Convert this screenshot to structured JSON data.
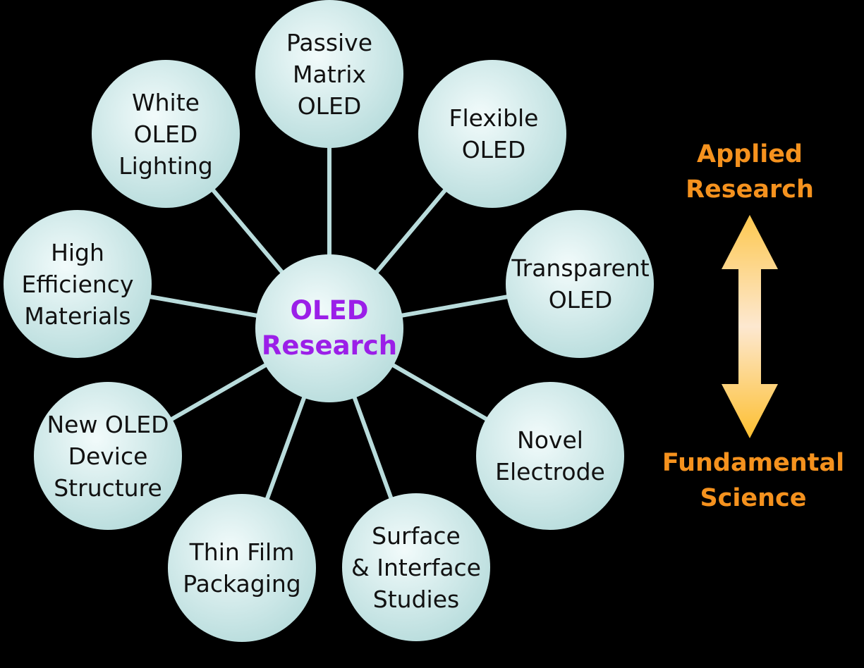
{
  "diagram": {
    "center": {
      "label": "OLED\nResearch",
      "text_color": "#9b1fe8"
    },
    "nodes": [
      {
        "id": "passive-matrix-oled",
        "label": "Passive\nMatrix\nOLED"
      },
      {
        "id": "flexible-oled",
        "label": "Flexible\nOLED"
      },
      {
        "id": "transparent-oled",
        "label": "Transparent\nOLED"
      },
      {
        "id": "novel-electrode",
        "label": "Novel\nElectrode"
      },
      {
        "id": "surface-interface-studies",
        "label": "Surface\n& Interface\nStudies"
      },
      {
        "id": "thin-film-packaging",
        "label": "Thin Film\nPackaging"
      },
      {
        "id": "new-oled-device-structure",
        "label": "New OLED\nDevice\nStructure"
      },
      {
        "id": "high-efficiency-materials",
        "label": "High\nEfficiency\nMaterials"
      },
      {
        "id": "white-oled-lighting",
        "label": "White\nOLED\nLighting"
      }
    ],
    "colors": {
      "background": "#000000",
      "bubble_light": "#f2fbfb",
      "bubble_dark": "#b9dddd",
      "connector": "#b9dcdc",
      "node_text": "#111111"
    }
  },
  "scale": {
    "top_label": "Applied\nResearch",
    "bottom_label": "Fundamental\nScience",
    "text_color": "#f5921e",
    "arrow_top_color": "#fdc850",
    "arrow_mid_color": "#fde8d0",
    "arrow_bottom_color": "#fdbf30"
  }
}
